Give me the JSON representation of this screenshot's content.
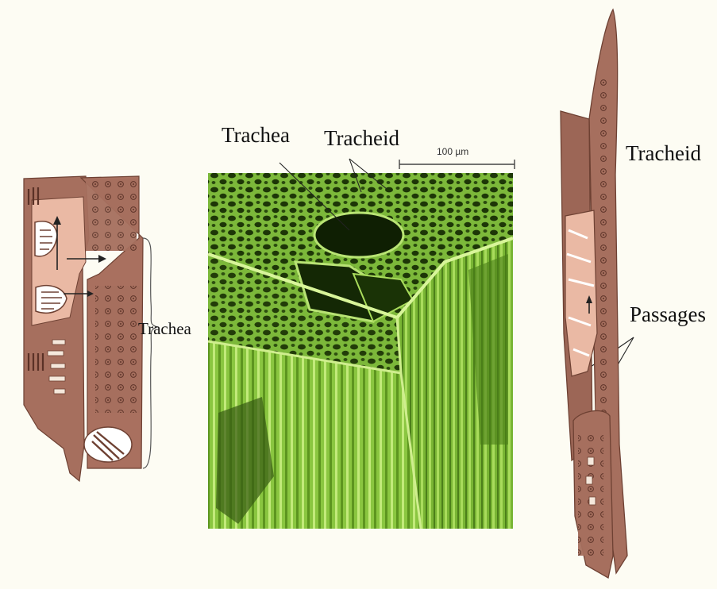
{
  "labels": {
    "center_trachea": "Trachea",
    "center_tracheid": "Tracheid",
    "scale_bar": "100 µm",
    "left_trachea": "Trachea",
    "right_tracheid": "Tracheid",
    "right_passages": "Passages"
  },
  "colors": {
    "background": "#fdfcf3",
    "cell_wall_brown": "#a66f5e",
    "cell_wall_dark": "#7a4a3c",
    "cell_interior": "#e9b9a3",
    "micrograph_green": "#8cc63f",
    "micrograph_dark": "#1f3a08",
    "label_text": "#111111"
  },
  "icons": [
    "tracheid-illustration-icon",
    "trachea-illustration-icon",
    "sem-micrograph-icon"
  ]
}
